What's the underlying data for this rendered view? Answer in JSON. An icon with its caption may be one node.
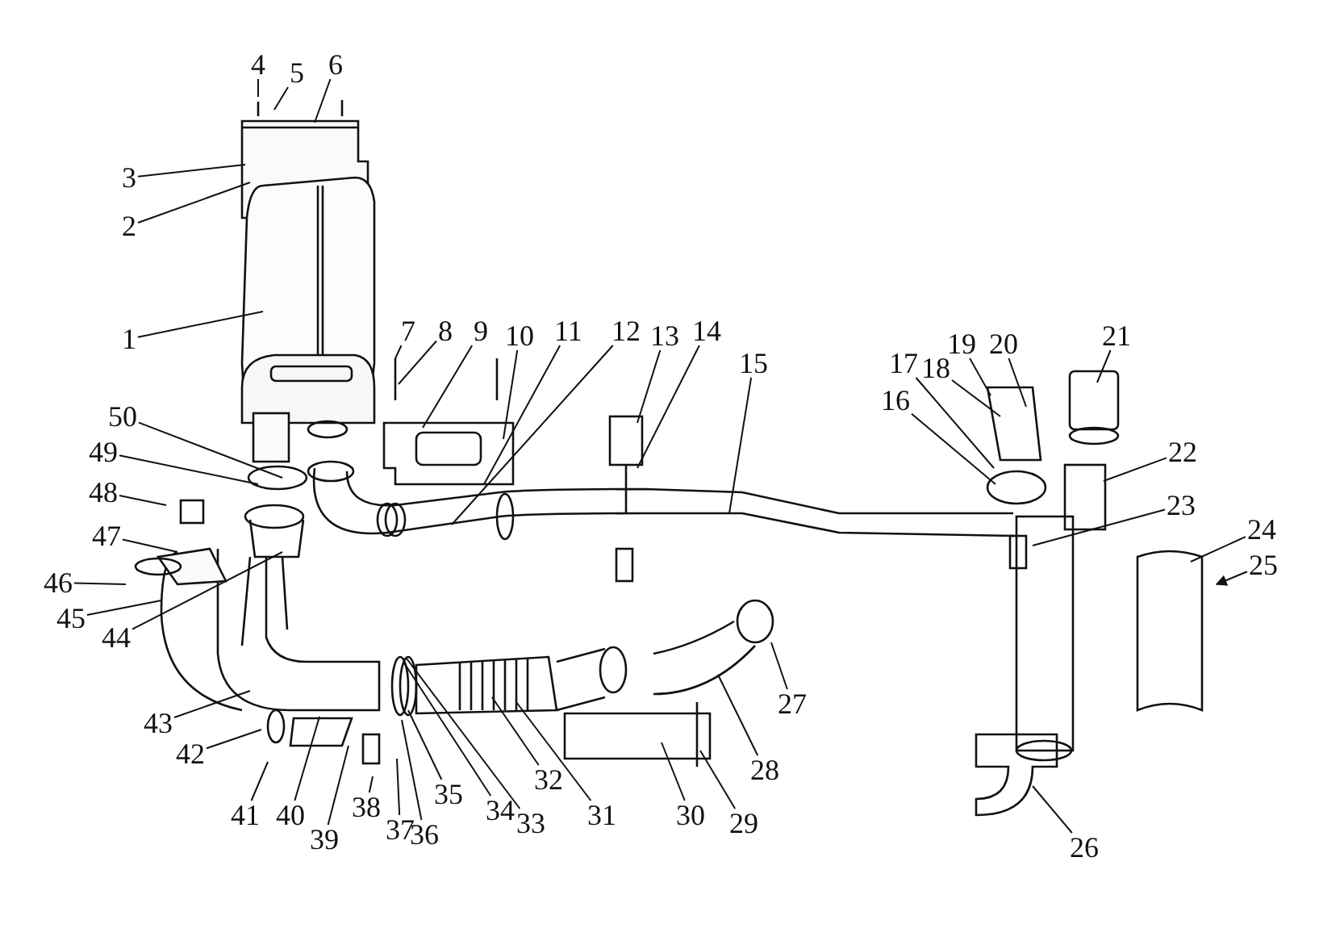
{
  "diagram": {
    "nodes": [
      {
        "text": [
          "1"
        ]
      },
      {
        "text": [
          "2"
        ]
      },
      {
        "text": [
          "3"
        ]
      },
      {
        "text": [
          "4"
        ]
      },
      {
        "text": [
          "5"
        ]
      },
      {
        "text": [
          "6"
        ]
      },
      {
        "text": [
          "7"
        ]
      },
      {
        "text": [
          "8"
        ]
      },
      {
        "text": [
          "9"
        ]
      },
      {
        "text": [
          "10"
        ]
      },
      {
        "text": [
          "11"
        ]
      },
      {
        "text": [
          "12"
        ]
      },
      {
        "text": [
          "13"
        ]
      },
      {
        "text": [
          "14"
        ]
      },
      {
        "text": [
          "15"
        ]
      },
      {
        "text": [
          "16"
        ]
      },
      {
        "text": [
          "17"
        ]
      },
      {
        "text": [
          "18"
        ]
      },
      {
        "text": [
          "19"
        ]
      },
      {
        "text": [
          "20"
        ]
      },
      {
        "text": [
          "21"
        ]
      },
      {
        "text": [
          "22"
        ]
      },
      {
        "text": [
          "23"
        ]
      },
      {
        "text": [
          "24"
        ]
      },
      {
        "text": [
          "25"
        ]
      },
      {
        "text": [
          "26"
        ]
      },
      {
        "text": [
          "27"
        ]
      },
      {
        "text": [
          "28"
        ]
      },
      {
        "text": [
          "29"
        ]
      },
      {
        "text": [
          "30"
        ]
      },
      {
        "text": [
          "31"
        ]
      },
      {
        "text": [
          "32"
        ]
      },
      {
        "text": [
          "33"
        ]
      },
      {
        "text": [
          "34"
        ]
      },
      {
        "text": [
          "35"
        ]
      },
      {
        "text": [
          "36"
        ]
      },
      {
        "text": [
          "37"
        ]
      },
      {
        "text": [
          "38"
        ]
      },
      {
        "text": [
          "39"
        ]
      },
      {
        "text": [
          "40"
        ]
      },
      {
        "text": [
          "41"
        ]
      },
      {
        "text": [
          "42"
        ]
      },
      {
        "text": [
          "43"
        ]
      },
      {
        "text": [
          "44"
        ]
      },
      {
        "text": [
          "45"
        ]
      },
      {
        "text": [
          "46"
        ]
      },
      {
        "text": [
          "47"
        ]
      },
      {
        "text": [
          "48"
        ]
      },
      {
        "text": [
          "49"
        ]
      },
      {
        "text": [
          "50"
        ]
      }
    ],
    "edges": [
      {
        "from": 0,
        "to": null,
        "arrow": "none"
      },
      {
        "from": 1,
        "to": null,
        "arrow": "none"
      },
      {
        "from": 2,
        "to": null,
        "arrow": "none"
      },
      {
        "from": 3,
        "to": null,
        "arrow": "none"
      },
      {
        "from": 4,
        "to": null,
        "arrow": "none"
      },
      {
        "from": 5,
        "to": null,
        "arrow": "none"
      },
      {
        "from": 6,
        "to": null,
        "arrow": "none"
      },
      {
        "from": 7,
        "to": null,
        "arrow": "none"
      },
      {
        "from": 8,
        "to": null,
        "arrow": "none"
      },
      {
        "from": 9,
        "to": null,
        "arrow": "none"
      },
      {
        "from": 10,
        "to": null,
        "arrow": "none"
      },
      {
        "from": 11,
        "to": null,
        "arrow": "none"
      },
      {
        "from": 12,
        "to": null,
        "arrow": "none"
      },
      {
        "from": 13,
        "to": null,
        "arrow": "none"
      },
      {
        "from": 14,
        "to": null,
        "arrow": "none"
      },
      {
        "from": 15,
        "to": null,
        "arrow": "none"
      },
      {
        "from": 16,
        "to": null,
        "arrow": "none"
      },
      {
        "from": 17,
        "to": null,
        "arrow": "none"
      },
      {
        "from": 18,
        "to": null,
        "arrow": "none"
      },
      {
        "from": 19,
        "to": null,
        "arrow": "none"
      },
      {
        "from": 20,
        "to": null,
        "arrow": "none"
      },
      {
        "from": 21,
        "to": null,
        "arrow": "none"
      },
      {
        "from": 22,
        "to": null,
        "arrow": "none"
      },
      {
        "from": 23,
        "to": null,
        "arrow": "none"
      },
      {
        "from": 24,
        "to": null,
        "arrow": "to"
      },
      {
        "from": 25,
        "to": null,
        "arrow": "none"
      },
      {
        "from": 26,
        "to": null,
        "arrow": "none"
      },
      {
        "from": 27,
        "to": null,
        "arrow": "none"
      },
      {
        "from": 28,
        "to": null,
        "arrow": "none"
      },
      {
        "from": 29,
        "to": null,
        "arrow": "none"
      },
      {
        "from": 30,
        "to": null,
        "arrow": "none"
      },
      {
        "from": 31,
        "to": null,
        "arrow": "none"
      },
      {
        "from": 32,
        "to": null,
        "arrow": "none"
      },
      {
        "from": 33,
        "to": null,
        "arrow": "none"
      },
      {
        "from": 34,
        "to": null,
        "arrow": "none"
      },
      {
        "from": 35,
        "to": null,
        "arrow": "none"
      },
      {
        "from": 36,
        "to": null,
        "arrow": "none"
      },
      {
        "from": 37,
        "to": null,
        "arrow": "none"
      },
      {
        "from": 38,
        "to": null,
        "arrow": "none"
      },
      {
        "from": 39,
        "to": null,
        "arrow": "none"
      },
      {
        "from": 40,
        "to": null,
        "arrow": "none"
      },
      {
        "from": 41,
        "to": null,
        "arrow": "none"
      },
      {
        "from": 42,
        "to": null,
        "arrow": "none"
      },
      {
        "from": 43,
        "to": null,
        "arrow": "none"
      },
      {
        "from": 44,
        "to": null,
        "arrow": "none"
      },
      {
        "from": 45,
        "to": null,
        "arrow": "none"
      },
      {
        "from": 46,
        "to": null,
        "arrow": "none"
      },
      {
        "from": 47,
        "to": null,
        "arrow": "none"
      },
      {
        "from": 48,
        "to": null,
        "arrow": "none"
      },
      {
        "from": 49,
        "to": null,
        "arrow": "none"
      }
    ]
  }
}
